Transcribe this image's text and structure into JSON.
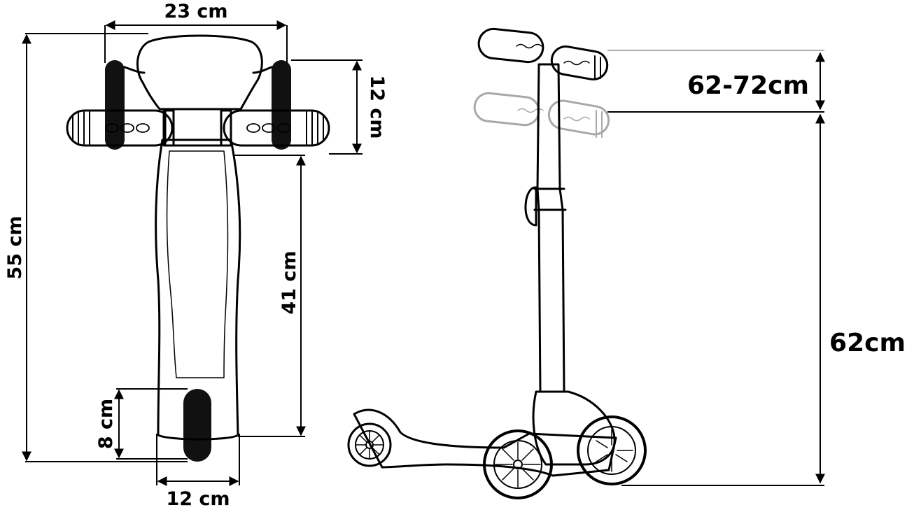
{
  "top_view": {
    "width_handlebar": "23 cm",
    "handlebar_depth": "12 cm",
    "total_length": "55 cm",
    "deck_length": "41 cm",
    "rear_wheel": "8 cm",
    "deck_width": "12 cm"
  },
  "side_view": {
    "height_adjust": "62-72cm",
    "min_height": "62cm"
  }
}
